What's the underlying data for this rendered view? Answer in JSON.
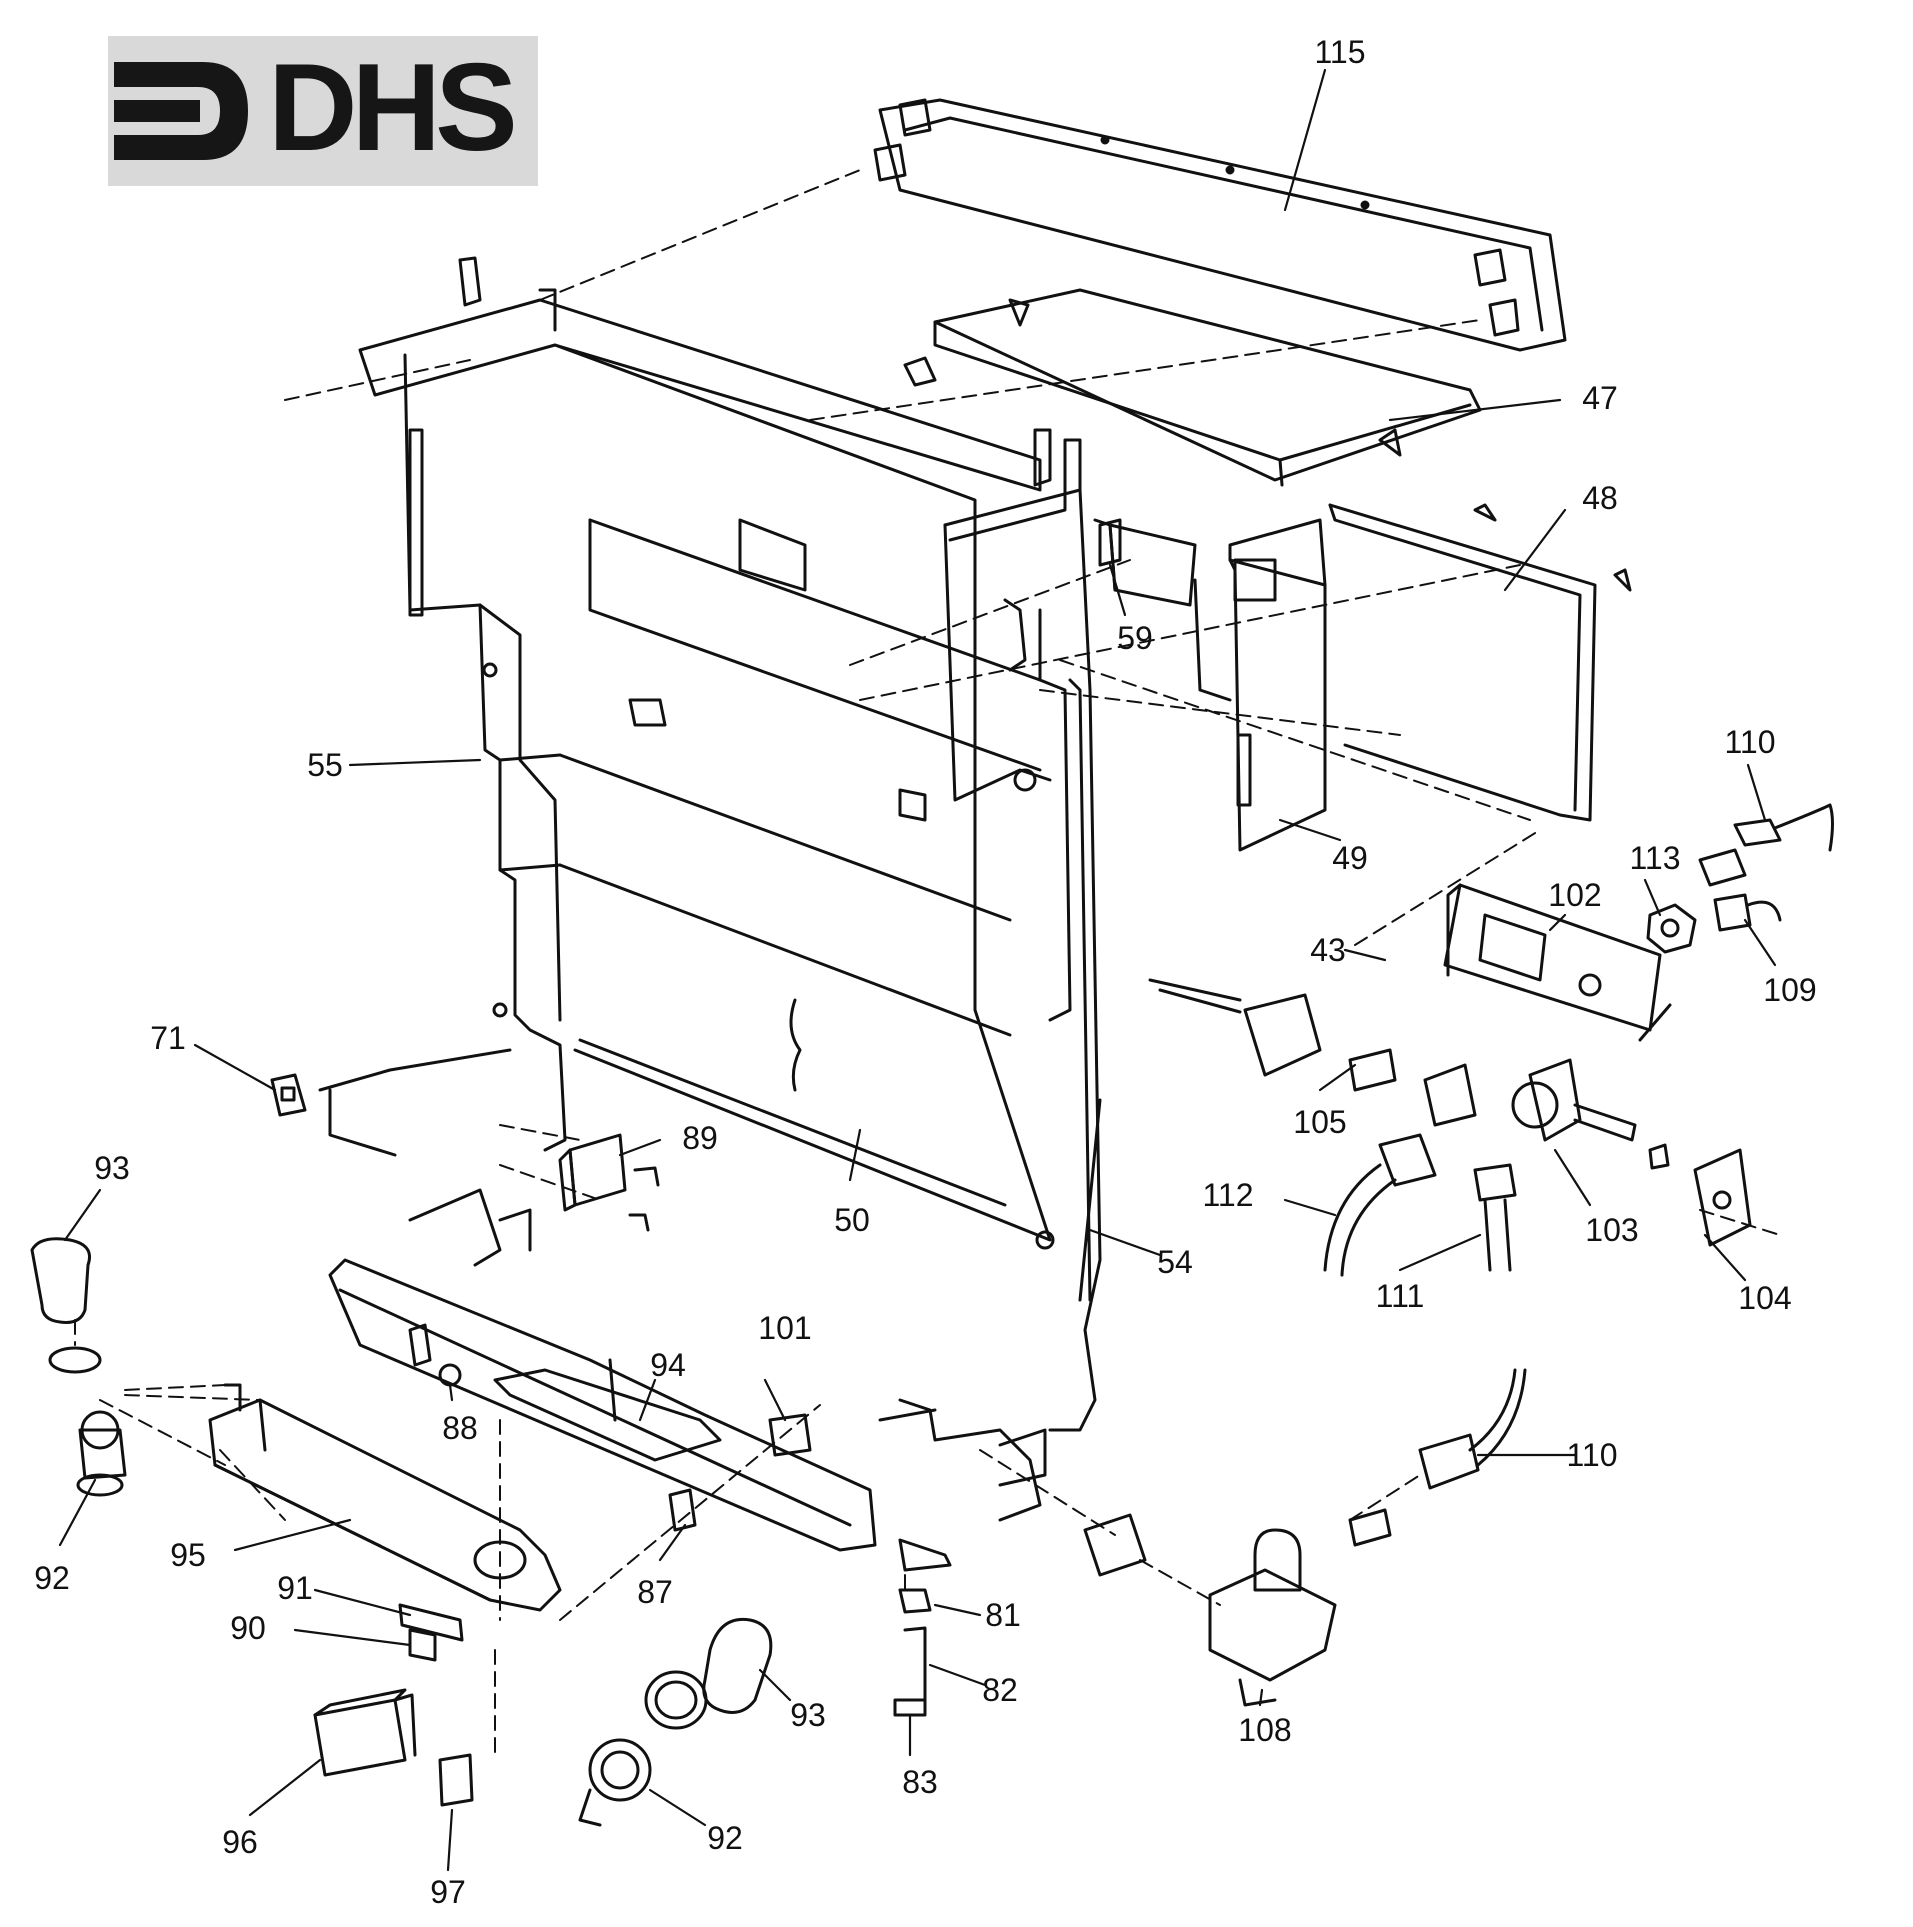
{
  "logo": {
    "text": "DHS",
    "name": "DHS logo"
  },
  "colors": {
    "line": "#111111",
    "paper": "#ffffff",
    "logo_bg": "#d9d9d9",
    "logo_ink": "#161616"
  },
  "callouts": [
    {
      "id": "115",
      "label": "115"
    },
    {
      "id": "47",
      "label": "47"
    },
    {
      "id": "48",
      "label": "48"
    },
    {
      "id": "59",
      "label": "59"
    },
    {
      "id": "55",
      "label": "55"
    },
    {
      "id": "49",
      "label": "49"
    },
    {
      "id": "110a",
      "label": "110"
    },
    {
      "id": "113",
      "label": "113"
    },
    {
      "id": "102",
      "label": "102"
    },
    {
      "id": "43",
      "label": "43"
    },
    {
      "id": "109",
      "label": "109"
    },
    {
      "id": "71",
      "label": "71"
    },
    {
      "id": "89",
      "label": "89"
    },
    {
      "id": "105",
      "label": "105"
    },
    {
      "id": "93a",
      "label": "93"
    },
    {
      "id": "112",
      "label": "112"
    },
    {
      "id": "103",
      "label": "103"
    },
    {
      "id": "50",
      "label": "50"
    },
    {
      "id": "54",
      "label": "54"
    },
    {
      "id": "111",
      "label": "111"
    },
    {
      "id": "104",
      "label": "104"
    },
    {
      "id": "101",
      "label": "101"
    },
    {
      "id": "94",
      "label": "94"
    },
    {
      "id": "88",
      "label": "88"
    },
    {
      "id": "110b",
      "label": "110"
    },
    {
      "id": "92a",
      "label": "92"
    },
    {
      "id": "95",
      "label": "95"
    },
    {
      "id": "87",
      "label": "87"
    },
    {
      "id": "81",
      "label": "81"
    },
    {
      "id": "91",
      "label": "91"
    },
    {
      "id": "90",
      "label": "90"
    },
    {
      "id": "82",
      "label": "82"
    },
    {
      "id": "93b",
      "label": "93"
    },
    {
      "id": "108",
      "label": "108"
    },
    {
      "id": "83",
      "label": "83"
    },
    {
      "id": "96",
      "label": "96"
    },
    {
      "id": "92b",
      "label": "92"
    },
    {
      "id": "97",
      "label": "97"
    }
  ]
}
